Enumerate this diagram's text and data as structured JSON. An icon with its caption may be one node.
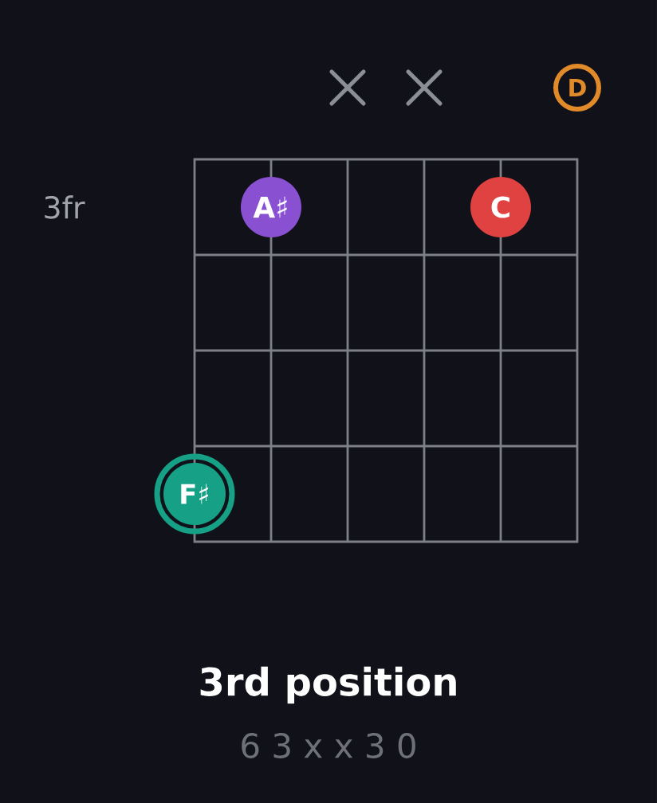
{
  "diagram": {
    "title": "3rd position",
    "nodes": [
      {
        "text": [
          "D"
        ]
      },
      {
        "text": [
          "A♯"
        ]
      },
      {
        "text": [
          "C"
        ]
      },
      {
        "text": [
          "F♯"
        ]
      }
    ],
    "labels": [
      "3fr",
      "6 3 x x 3 0"
    ]
  }
}
